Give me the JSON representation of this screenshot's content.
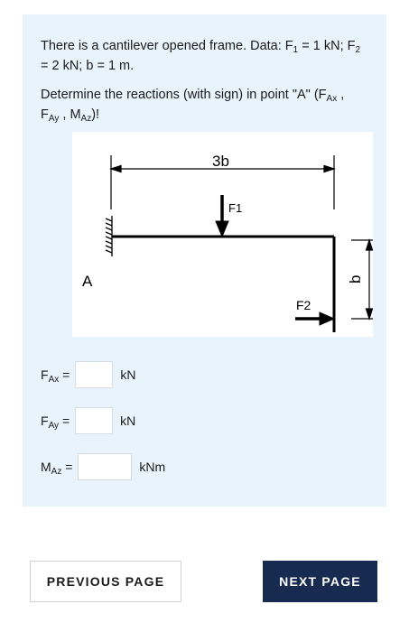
{
  "question": {
    "line1": {
      "pre": "There is a cantilever opened frame. Data: F",
      "sub1": "1",
      "mid1": " = 1 kN; F",
      "sub2": "2",
      "post": " = 2 kN; b = 1 m."
    },
    "line2": {
      "pre": "Determine the reactions (with sign) in point \"A\" (F",
      "sub1": "Ax",
      "mid1": " , F",
      "sub2": "Ay",
      "mid2": " , M",
      "sub3": "Az",
      "post": ")!"
    }
  },
  "figure": {
    "dim_top": "3b",
    "dim_right": "b",
    "force1": "F1",
    "force2": "F2",
    "support": "A"
  },
  "answers": [
    {
      "base": "F",
      "sub": "Ax",
      "eq": " =",
      "value": "",
      "unit": "kN"
    },
    {
      "base": "F",
      "sub": "Ay",
      "eq": " =",
      "value": "",
      "unit": "kN"
    },
    {
      "base": "M",
      "sub": "Az",
      "eq": " =",
      "value": "",
      "unit": "kNm"
    }
  ],
  "nav": {
    "prev_label": "PREVIOUS PAGE",
    "next_label": "NEXT PAGE"
  },
  "colors": {
    "card_bg": "#e9f3fb",
    "next_bg": "#172a4f"
  }
}
